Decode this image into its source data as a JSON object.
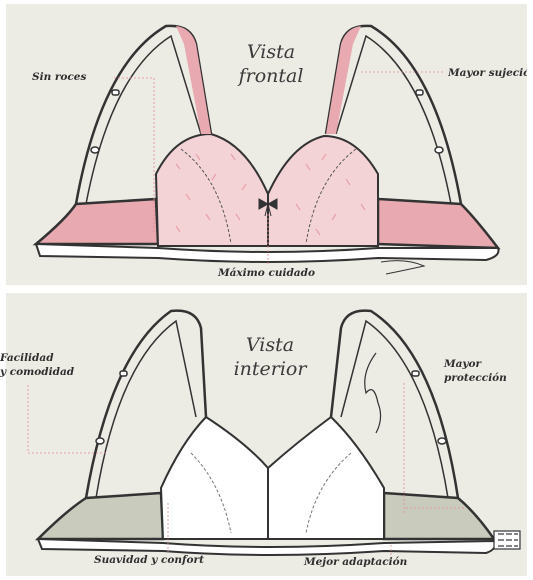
{
  "front_view": {
    "title_line1": "Vista",
    "title_line2": "frontal",
    "labels": {
      "no_rubbing": "Sin roces",
      "more_support": "Mayor sujeción",
      "max_care": "Máximo cuidado"
    },
    "colors": {
      "accent": "#e8aab0",
      "lace": "#f3d3d6",
      "outline": "#333333"
    }
  },
  "interior_view": {
    "title_line1": "Vista",
    "title_line2": "interior",
    "labels": {
      "ease_line1": "Facilidad",
      "ease_line2": "y comodidad",
      "protection_line1": "Mayor",
      "protection_line2": "protección",
      "softness": "Suavidad y confort",
      "fit": "Mejor adaptación"
    },
    "colors": {
      "side": "#c9cbbd",
      "cup": "#ffffff"
    }
  }
}
